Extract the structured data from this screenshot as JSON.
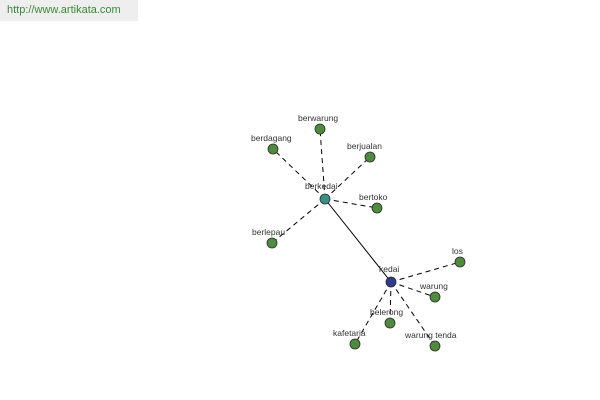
{
  "watermark": "http://www.artikata.com",
  "colors": {
    "leaf": "#4e8b3e",
    "hub_primary": "#3a8f8a",
    "hub_secondary": "#2e3a8c",
    "edge": "#000000"
  },
  "graph": {
    "hubs": [
      {
        "id": "berkedai",
        "label": "berkedai",
        "color_key": "hub_primary"
      },
      {
        "id": "kedai",
        "label": "kedai",
        "color_key": "hub_secondary"
      }
    ],
    "leaves": [
      {
        "id": "berwarung",
        "label": "berwarung"
      },
      {
        "id": "berdagang",
        "label": "berdagang"
      },
      {
        "id": "berjualan",
        "label": "berjualan"
      },
      {
        "id": "bertoko",
        "label": "bertoko"
      },
      {
        "id": "berlepau",
        "label": "berlepau"
      },
      {
        "id": "los",
        "label": "los"
      },
      {
        "id": "warung",
        "label": "warung"
      },
      {
        "id": "belerong",
        "label": "belerong"
      },
      {
        "id": "kafetaria",
        "label": "kafetaria"
      },
      {
        "id": "warung-tenda",
        "label": "warung tenda"
      }
    ],
    "edges": [
      {
        "from": "berkedai",
        "to": "kedai",
        "style": "solid"
      },
      {
        "from": "berkedai",
        "to": "berwarung",
        "style": "dashed"
      },
      {
        "from": "berkedai",
        "to": "berdagang",
        "style": "dashed"
      },
      {
        "from": "berkedai",
        "to": "berjualan",
        "style": "dashed"
      },
      {
        "from": "berkedai",
        "to": "bertoko",
        "style": "dashed"
      },
      {
        "from": "berkedai",
        "to": "berlepau",
        "style": "dashed"
      },
      {
        "from": "kedai",
        "to": "los",
        "style": "dashed"
      },
      {
        "from": "kedai",
        "to": "warung",
        "style": "dashed"
      },
      {
        "from": "kedai",
        "to": "belerong",
        "style": "dashed"
      },
      {
        "from": "kedai",
        "to": "kafetaria",
        "style": "dashed"
      },
      {
        "from": "kedai",
        "to": "warung-tenda",
        "style": "dashed"
      }
    ]
  }
}
